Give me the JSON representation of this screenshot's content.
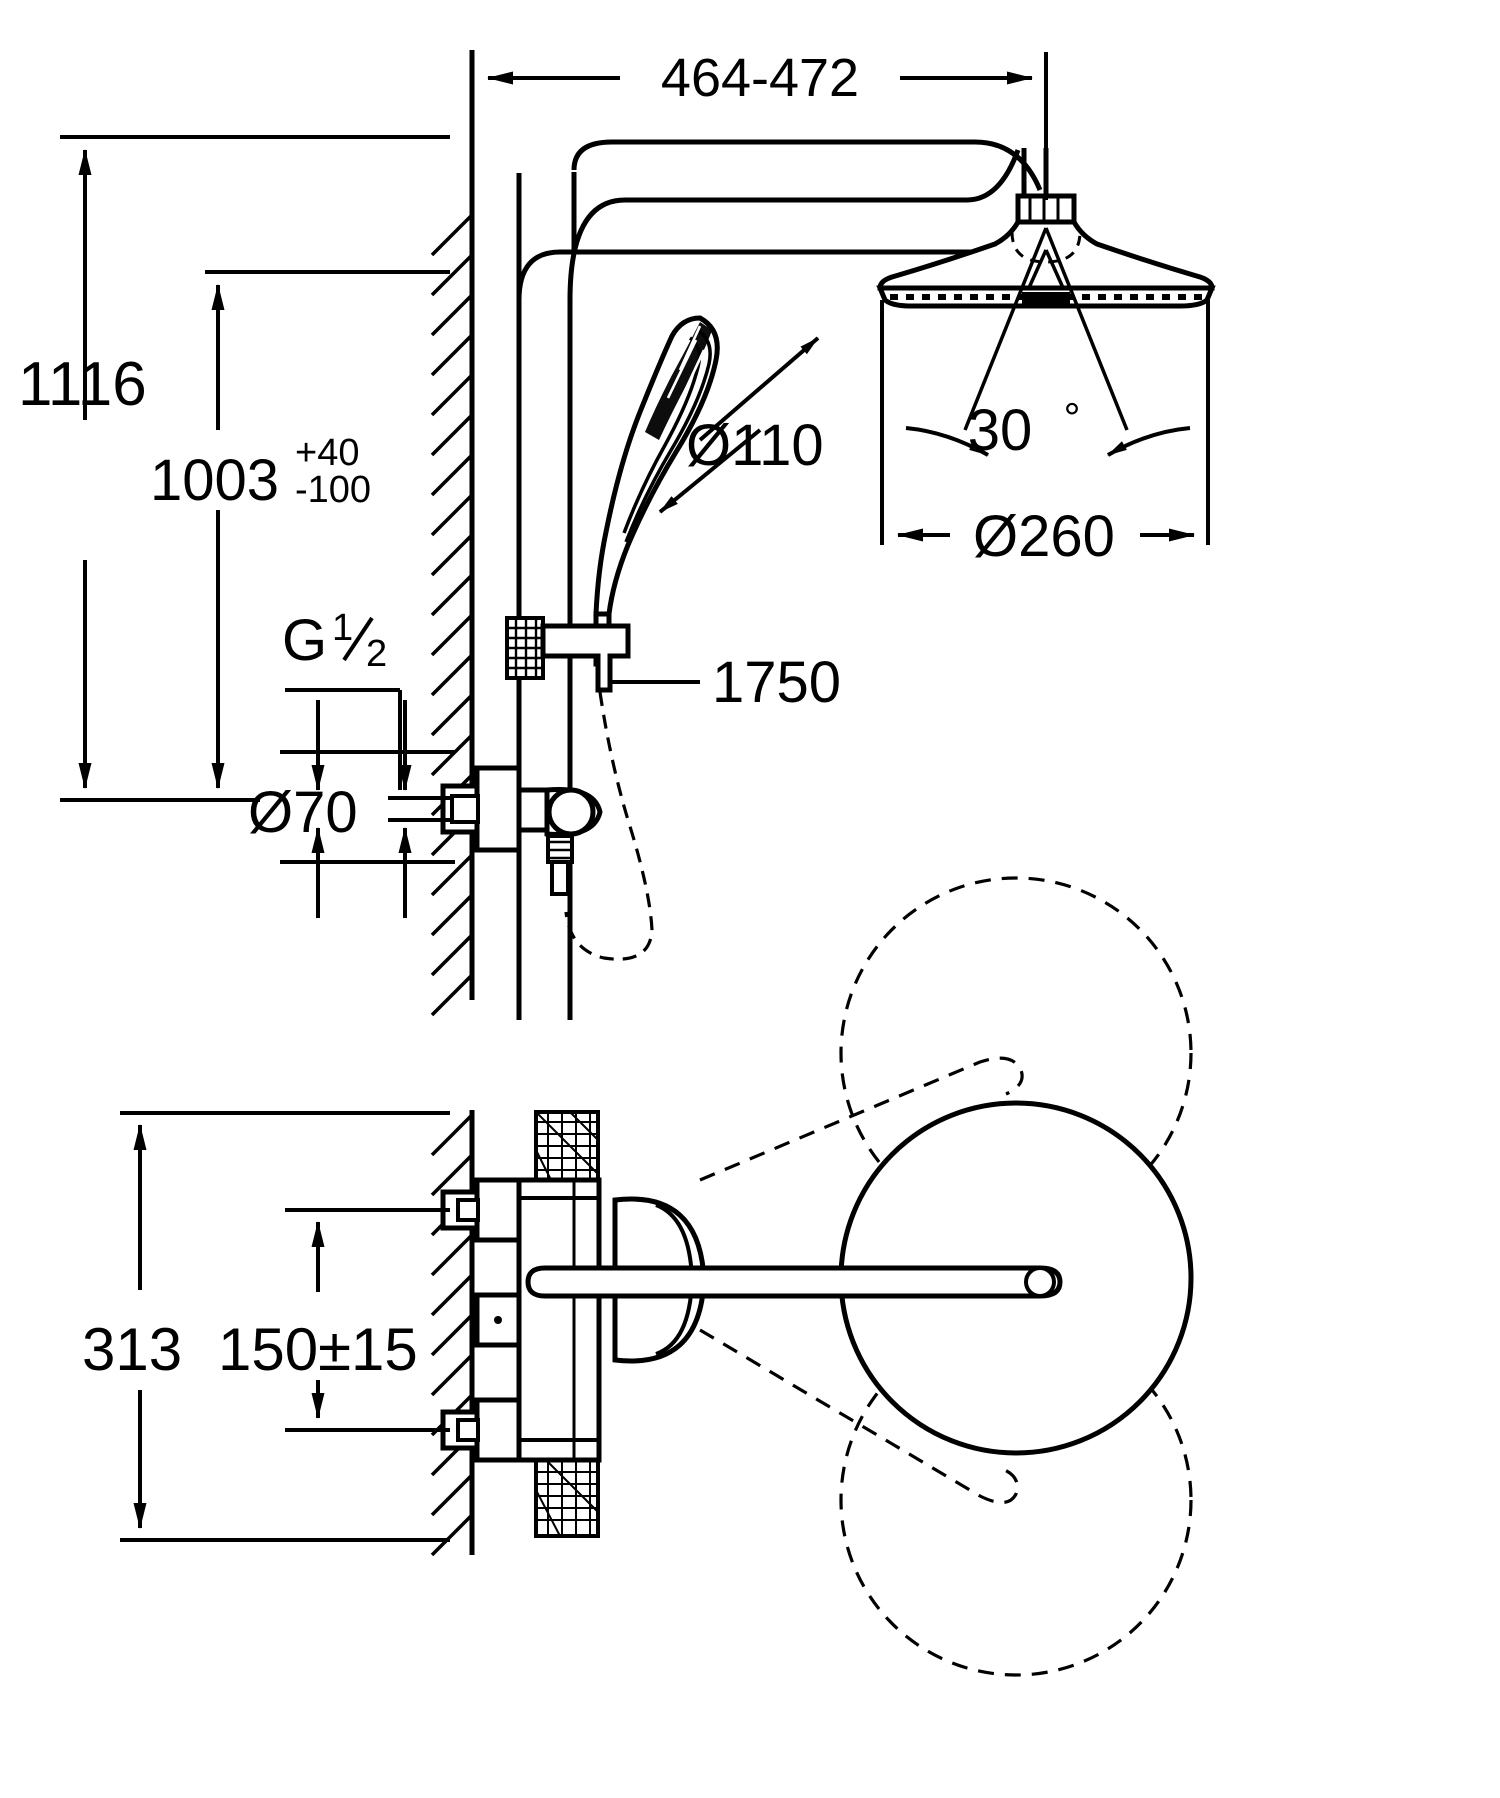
{
  "drawing": {
    "title": "Shower system technical dimension drawing",
    "units": "mm",
    "line_color": "#000000",
    "background_color": "#ffffff",
    "wall_hatch_color": "#000000"
  },
  "dimensions": {
    "overall_height": "1116",
    "riser_height": "1003",
    "riser_tol_plus": "+40",
    "riser_tol_minus": "-100",
    "thread_size_letter": "G",
    "thread_size_num": "1",
    "thread_size_den": "2",
    "escutcheon_diameter": "Ø70",
    "arm_projection": "464-472",
    "hand_shower_diameter": "Ø110",
    "spray_angle": "30",
    "degree_symbol": "°",
    "head_shower_diameter": "Ø260",
    "hose_length": "1750",
    "valve_total_height": "313",
    "inlet_spacing": "150±15"
  },
  "callouts": [
    {
      "name": "hand-shower-leader",
      "label": "Ø110"
    },
    {
      "name": "hose-leader",
      "label": "1750"
    },
    {
      "name": "spray-angle-leader",
      "label": "30°"
    },
    {
      "name": "head-shower-width",
      "label": "Ø260"
    },
    {
      "name": "arm-projection",
      "label": "464-472"
    },
    {
      "name": "total-height",
      "label": "1116"
    },
    {
      "name": "riser-height",
      "label": "1003"
    },
    {
      "name": "thread-spec",
      "label": "G 1/2"
    },
    {
      "name": "flange-diameter",
      "label": "Ø70"
    },
    {
      "name": "valve-height",
      "label": "313"
    },
    {
      "name": "inlet-centres",
      "label": "150±15"
    }
  ]
}
